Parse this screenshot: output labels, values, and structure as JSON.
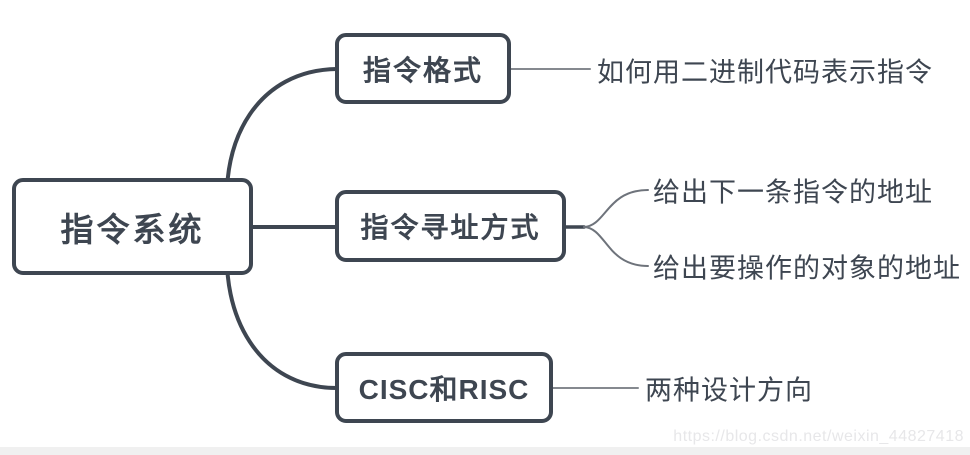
{
  "diagram": {
    "type": "mindmap",
    "root": {
      "label": "指令系统"
    },
    "branches": [
      {
        "label": "指令格式",
        "children": [
          {
            "label": "如何用二进制代码表示指令"
          }
        ]
      },
      {
        "label": "指令寻址方式",
        "children": [
          {
            "label": "给出下一条指令的地址"
          },
          {
            "label": "给出要操作的对象的地址"
          }
        ]
      },
      {
        "label": "CISC和RISC",
        "children": [
          {
            "label": "两种设计方向"
          }
        ]
      }
    ]
  },
  "watermark": "https://blog.csdn.net/weixin_44827418",
  "colors": {
    "node_border_and_text": "#3e4651",
    "thick_edge": "#3e4651",
    "thin_edge": "#85898f",
    "watermark_text": "#e7e7e9",
    "footer_bar": "#f0f0f0",
    "background": "#ffffff"
  }
}
